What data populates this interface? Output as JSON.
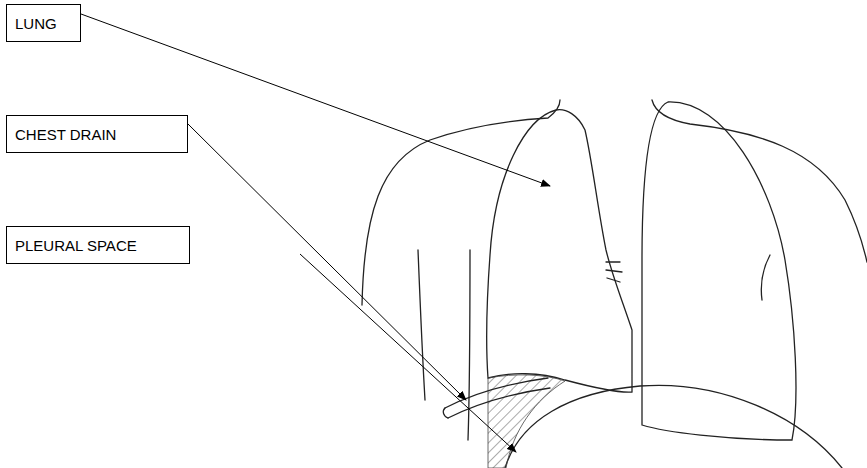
{
  "diagram": {
    "nodes": [
      {
        "text": [
          "LUNG"
        ]
      },
      {
        "text": [
          "CHEST DRAIN"
        ]
      },
      {
        "text": [
          "PLEURAL SPACE"
        ]
      }
    ]
  }
}
